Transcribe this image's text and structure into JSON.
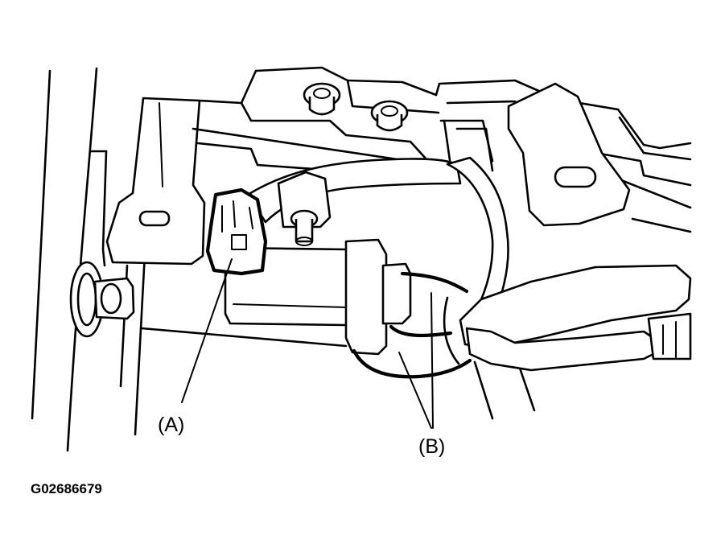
{
  "diagram": {
    "callouts": {
      "a": "(A)",
      "b": "(B)"
    },
    "figure_code": "G02686679"
  }
}
